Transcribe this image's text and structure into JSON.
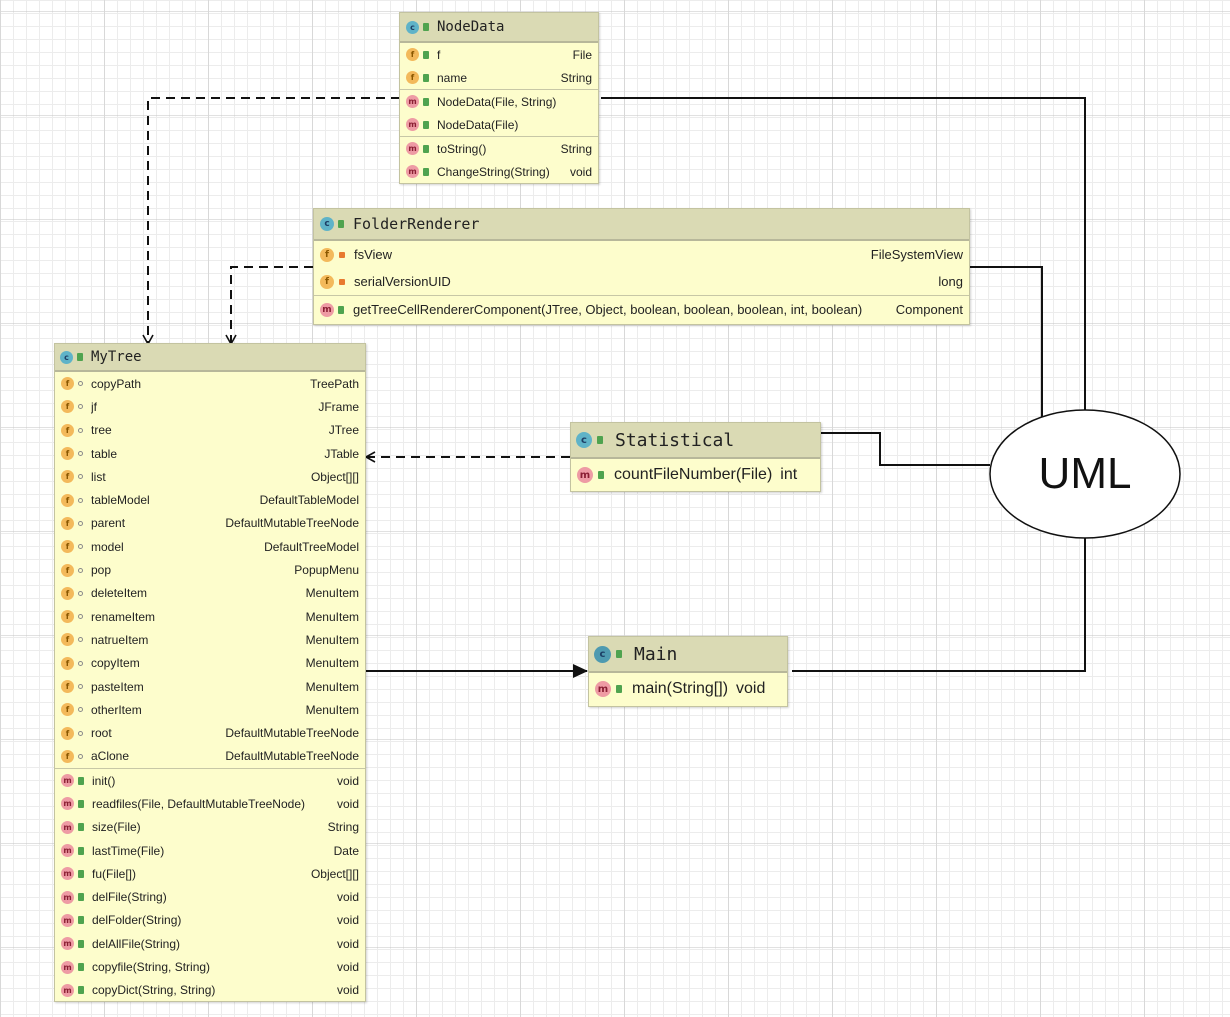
{
  "uml_label": "UML",
  "colors": {
    "header": "#dadab4",
    "body": "#fdfdcc",
    "class_badge": "#5fb3c8",
    "field_badge": "#f3b95b",
    "method_badge": "#ee9ba4",
    "public_icon": "#4fa34f",
    "private_icon": "#e8792f"
  },
  "classes": {
    "nodedata": {
      "name": "NodeData",
      "fields": [
        {
          "name": "f",
          "type": "File"
        },
        {
          "name": "name",
          "type": "String"
        }
      ],
      "constructors": [
        {
          "name": "NodeData(File, String)",
          "type": ""
        },
        {
          "name": "NodeData(File)",
          "type": ""
        }
      ],
      "methods": [
        {
          "name": "toString()",
          "type": "String"
        },
        {
          "name": "ChangeString(String)",
          "type": "void"
        }
      ]
    },
    "folderrenderer": {
      "name": "FolderRenderer",
      "fields": [
        {
          "name": "fsView",
          "type": "FileSystemView"
        },
        {
          "name": "serialVersionUID",
          "type": "long"
        }
      ],
      "methods": [
        {
          "name": "getTreeCellRendererComponent(JTree, Object, boolean, boolean, boolean, int, boolean)",
          "type": "Component"
        }
      ]
    },
    "mytree": {
      "name": "MyTree",
      "fields": [
        {
          "name": "copyPath",
          "type": "TreePath"
        },
        {
          "name": "jf",
          "type": "JFrame"
        },
        {
          "name": "tree",
          "type": "JTree"
        },
        {
          "name": "table",
          "type": "JTable"
        },
        {
          "name": "list",
          "type": "Object[][]"
        },
        {
          "name": "tableModel",
          "type": "DefaultTableModel"
        },
        {
          "name": "parent",
          "type": "DefaultMutableTreeNode"
        },
        {
          "name": "model",
          "type": "DefaultTreeModel"
        },
        {
          "name": "pop",
          "type": "PopupMenu"
        },
        {
          "name": "deleteItem",
          "type": "MenuItem"
        },
        {
          "name": "renameItem",
          "type": "MenuItem"
        },
        {
          "name": "natrueItem",
          "type": "MenuItem"
        },
        {
          "name": "copyItem",
          "type": "MenuItem"
        },
        {
          "name": "pasteItem",
          "type": "MenuItem"
        },
        {
          "name": "otherItem",
          "type": "MenuItem"
        },
        {
          "name": "root",
          "type": "DefaultMutableTreeNode"
        },
        {
          "name": "aClone",
          "type": "DefaultMutableTreeNode"
        }
      ],
      "methods": [
        {
          "name": "init()",
          "type": "void"
        },
        {
          "name": "readfiles(File, DefaultMutableTreeNode)",
          "type": "void"
        },
        {
          "name": "size(File)",
          "type": "String"
        },
        {
          "name": "lastTime(File)",
          "type": "Date"
        },
        {
          "name": "fu(File[])",
          "type": "Object[][]"
        },
        {
          "name": "delFile(String)",
          "type": "void"
        },
        {
          "name": "delFolder(String)",
          "type": "void"
        },
        {
          "name": "delAllFile(String)",
          "type": "void"
        },
        {
          "name": "copyfile(String, String)",
          "type": "void"
        },
        {
          "name": "copyDict(String, String)",
          "type": "void"
        }
      ]
    },
    "statistical": {
      "name": "Statistical",
      "methods": [
        {
          "name": "countFileNumber(File)",
          "type": "int"
        }
      ]
    },
    "main": {
      "name": "Main",
      "methods": [
        {
          "name": "main(String[])",
          "type": "void"
        }
      ]
    }
  }
}
